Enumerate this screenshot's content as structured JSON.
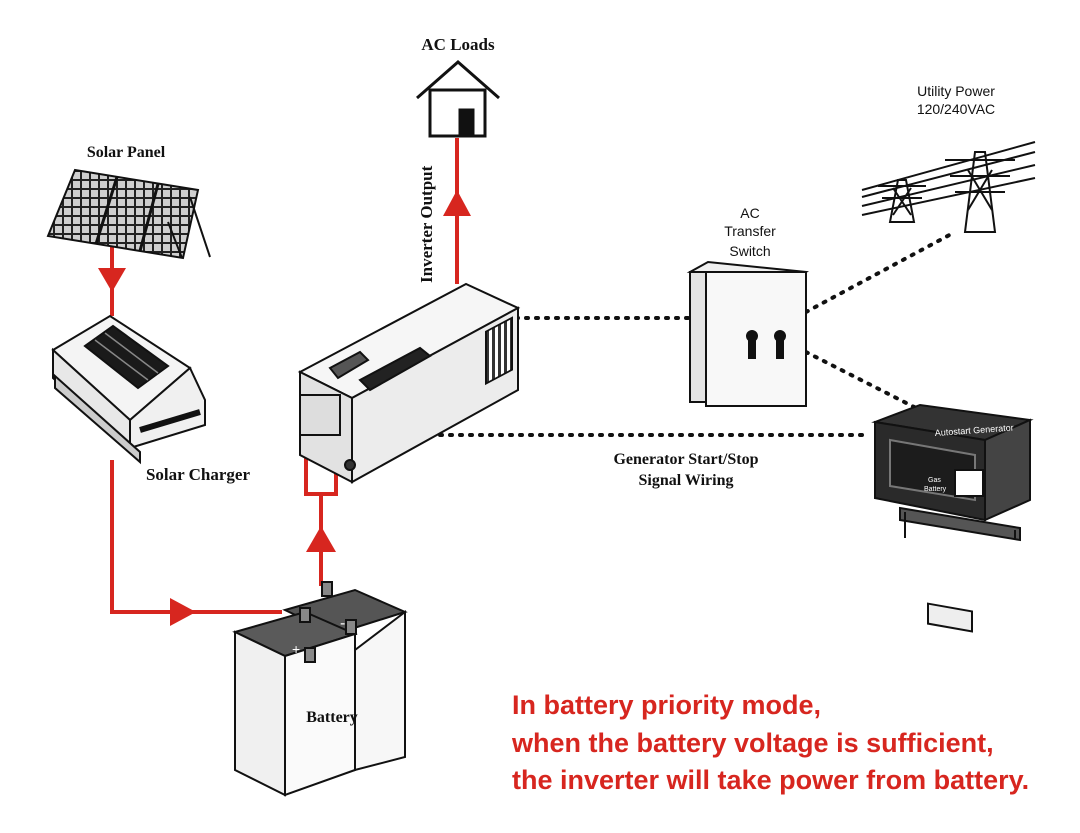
{
  "labels": {
    "ac_loads": "AC  Loads",
    "inverter_output": "Inverter Output",
    "solar_panel": "Solar Panel",
    "solar_charger": "Solar Charger",
    "battery": "Battery",
    "ac_transfer_switch": [
      "AC",
      "Transfer",
      "Switch"
    ],
    "utility_power": [
      "Utility Power",
      "120/240VAC"
    ],
    "generator_signal": [
      "Generator Start/Stop",
      "Signal Wiring"
    ],
    "generator_panel_title": "Autostart Generator",
    "generator_gas_label": [
      "Gas",
      "Battery"
    ]
  },
  "note": [
    "In battery priority mode,",
    "when the battery voltage is sufficient,",
    "the inverter will take power from battery."
  ],
  "colors": {
    "flow_line": "#d7261f",
    "note_text": "#d7261f",
    "outline": "#111111"
  }
}
